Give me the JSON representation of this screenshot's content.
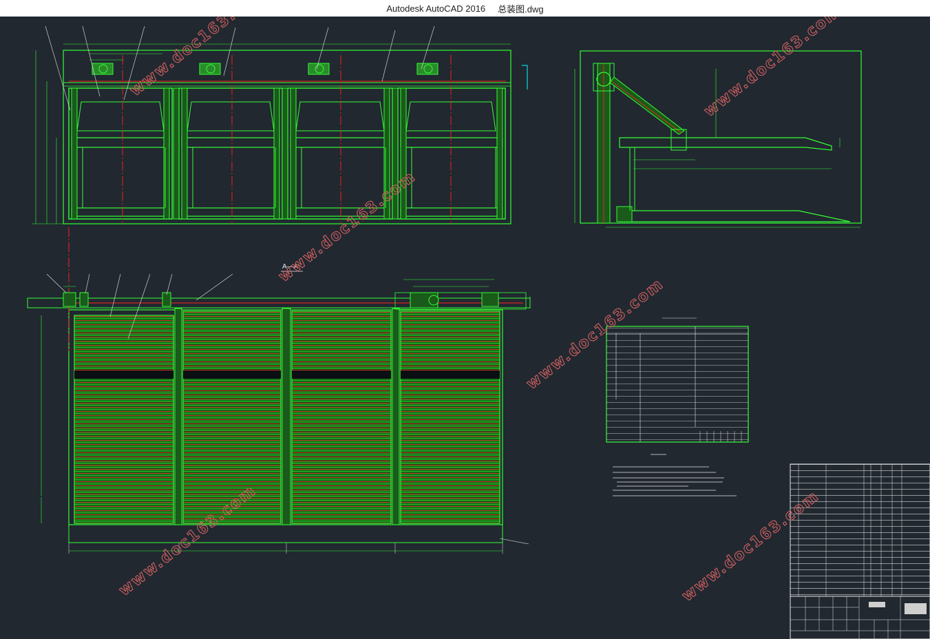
{
  "window": {
    "app_name": "Autodesk AutoCAD 2016",
    "file_name": "总装图.dwg"
  },
  "drawing": {
    "section_label": "A—A",
    "watermark_text": "www.doc163.com",
    "colors": {
      "background": "#212830",
      "linework": "#33ff33",
      "outline": "#22cc22",
      "centerline": "#ff2020",
      "cyan_mark": "#00ffff",
      "white_text": "#e8e8e8"
    }
  }
}
